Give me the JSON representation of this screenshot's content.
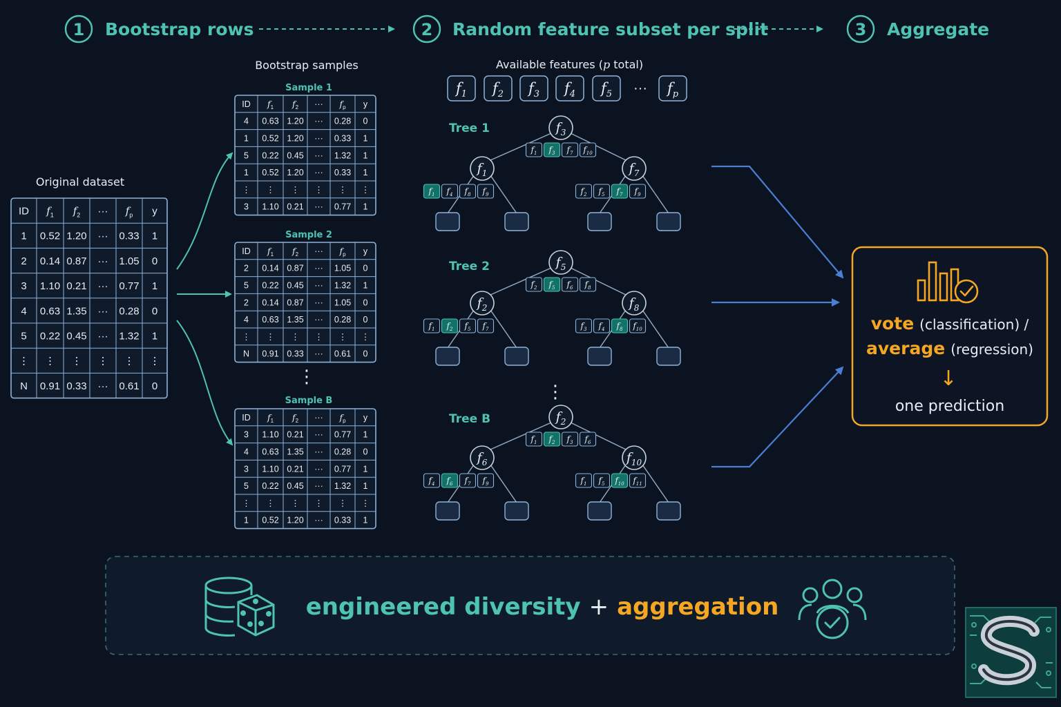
{
  "steps": [
    {
      "number": "1",
      "label": "Bootstrap rows"
    },
    {
      "number": "2",
      "label": "Random feature subset per split"
    },
    {
      "number": "3",
      "label": "Aggregate"
    }
  ],
  "original": {
    "title": "Original dataset",
    "headers": [
      "ID",
      "f_1",
      "f_2",
      "···",
      "f_p",
      "y"
    ],
    "rows": [
      [
        "1",
        "0.52",
        "1.20",
        "···",
        "0.33",
        "1"
      ],
      [
        "2",
        "0.14",
        "0.87",
        "···",
        "1.05",
        "0"
      ],
      [
        "3",
        "1.10",
        "0.21",
        "···",
        "0.77",
        "1"
      ],
      [
        "4",
        "0.63",
        "1.35",
        "···",
        "0.28",
        "0"
      ],
      [
        "5",
        "0.22",
        "0.45",
        "···",
        "1.32",
        "1"
      ],
      [
        "⋮",
        "⋮",
        "⋮",
        "⋮",
        "⋮",
        "⋮"
      ],
      [
        "N",
        "0.91",
        "0.33",
        "···",
        "0.61",
        "0"
      ]
    ]
  },
  "bootstrap": {
    "title": "Bootstrap samples",
    "dots": "⋮",
    "headers": [
      "ID",
      "f_1",
      "f_2",
      "···",
      "f_p",
      "y"
    ],
    "samples": [
      {
        "name": "Sample 1",
        "rows": [
          [
            "4",
            "0.63",
            "1.20",
            "···",
            "0.28",
            "0"
          ],
          [
            "1",
            "0.52",
            "1.20",
            "···",
            "0.33",
            "1"
          ],
          [
            "5",
            "0.22",
            "0.45",
            "···",
            "1.32",
            "1"
          ],
          [
            "1",
            "0.52",
            "1.20",
            "···",
            "0.33",
            "1"
          ],
          [
            "⋮",
            "⋮",
            "⋮",
            "⋮",
            "⋮",
            "⋮"
          ],
          [
            "3",
            "1.10",
            "0.21",
            "···",
            "0.77",
            "1"
          ]
        ]
      },
      {
        "name": "Sample 2",
        "rows": [
          [
            "2",
            "0.14",
            "0.87",
            "···",
            "1.05",
            "0"
          ],
          [
            "5",
            "0.22",
            "0.45",
            "···",
            "1.32",
            "1"
          ],
          [
            "2",
            "0.14",
            "0.87",
            "···",
            "1.05",
            "0"
          ],
          [
            "4",
            "0.63",
            "1.35",
            "···",
            "0.28",
            "0"
          ],
          [
            "⋮",
            "⋮",
            "⋮",
            "⋮",
            "⋮",
            "⋮"
          ],
          [
            "N",
            "0.91",
            "0.33",
            "···",
            "0.61",
            "0"
          ]
        ]
      },
      {
        "name": "Sample B",
        "rows": [
          [
            "3",
            "1.10",
            "0.21",
            "···",
            "0.77",
            "1"
          ],
          [
            "4",
            "0.63",
            "1.35",
            "···",
            "0.28",
            "0"
          ],
          [
            "3",
            "1.10",
            "0.21",
            "···",
            "0.77",
            "1"
          ],
          [
            "5",
            "0.22",
            "0.45",
            "···",
            "1.32",
            "1"
          ],
          [
            "⋮",
            "⋮",
            "⋮",
            "⋮",
            "⋮",
            "⋮"
          ],
          [
            "1",
            "0.52",
            "1.20",
            "···",
            "0.33",
            "1"
          ]
        ]
      }
    ]
  },
  "features": {
    "title_prefix": "Available features (",
    "title_var": "p",
    "title_suffix": " total)",
    "items": [
      "f_1",
      "f_2",
      "f_3",
      "f_4",
      "f_5",
      "···",
      "f_p"
    ]
  },
  "trees": [
    {
      "name": "Tree 1",
      "root": "f_3",
      "root_subset": [
        "f_1",
        "f_3",
        "f_7",
        "f_10"
      ],
      "root_pick": 1,
      "left": "f_1",
      "left_subset": [
        "f_1",
        "f_4",
        "f_8",
        "f_9"
      ],
      "left_pick": 0,
      "right": "f_7",
      "right_subset": [
        "f_2",
        "f_5",
        "f_7",
        "f_9"
      ],
      "right_pick": 2
    },
    {
      "name": "Tree 2",
      "root": "f_5",
      "root_subset": [
        "f_2",
        "f_5",
        "f_6",
        "f_8"
      ],
      "root_pick": 1,
      "left": "f_2",
      "left_subset": [
        "f_1",
        "f_2",
        "f_5",
        "f_7"
      ],
      "left_pick": 1,
      "right": "f_8",
      "right_subset": [
        "f_3",
        "f_4",
        "f_8",
        "f_10"
      ],
      "right_pick": 2
    },
    {
      "name": "Tree B",
      "root": "f_2",
      "root_subset": [
        "f_1",
        "f_2",
        "f_3",
        "f_6"
      ],
      "root_pick": 1,
      "left": "f_6",
      "left_subset": [
        "f_4",
        "f_6",
        "f_7",
        "f_9"
      ],
      "left_pick": 1,
      "right": "f_10",
      "right_subset": [
        "f_1",
        "f_5",
        "f_10",
        "f_11"
      ],
      "right_pick": 2
    }
  ],
  "tree_dots": "⋮",
  "aggregate": {
    "vote": "vote",
    "vote_note": "(classification) /",
    "average": "average",
    "average_note": "(regression)",
    "arrow": "↓",
    "prediction": "one prediction"
  },
  "banner": {
    "left": "engineered diversity",
    "plus": "+",
    "right": "aggregation"
  },
  "icons": {
    "aggregate": "bar-chart-check-icon",
    "banner_left": "database-dice-icon",
    "banner_right": "group-check-icon",
    "corner": "circuit-s-logo"
  },
  "colors": {
    "background": "#0b1320",
    "teal": "#4ec3b3",
    "orange": "#f5a623",
    "blue": "#4a7fd4",
    "grid": "#8fb3d9",
    "highlight": "#127268"
  }
}
